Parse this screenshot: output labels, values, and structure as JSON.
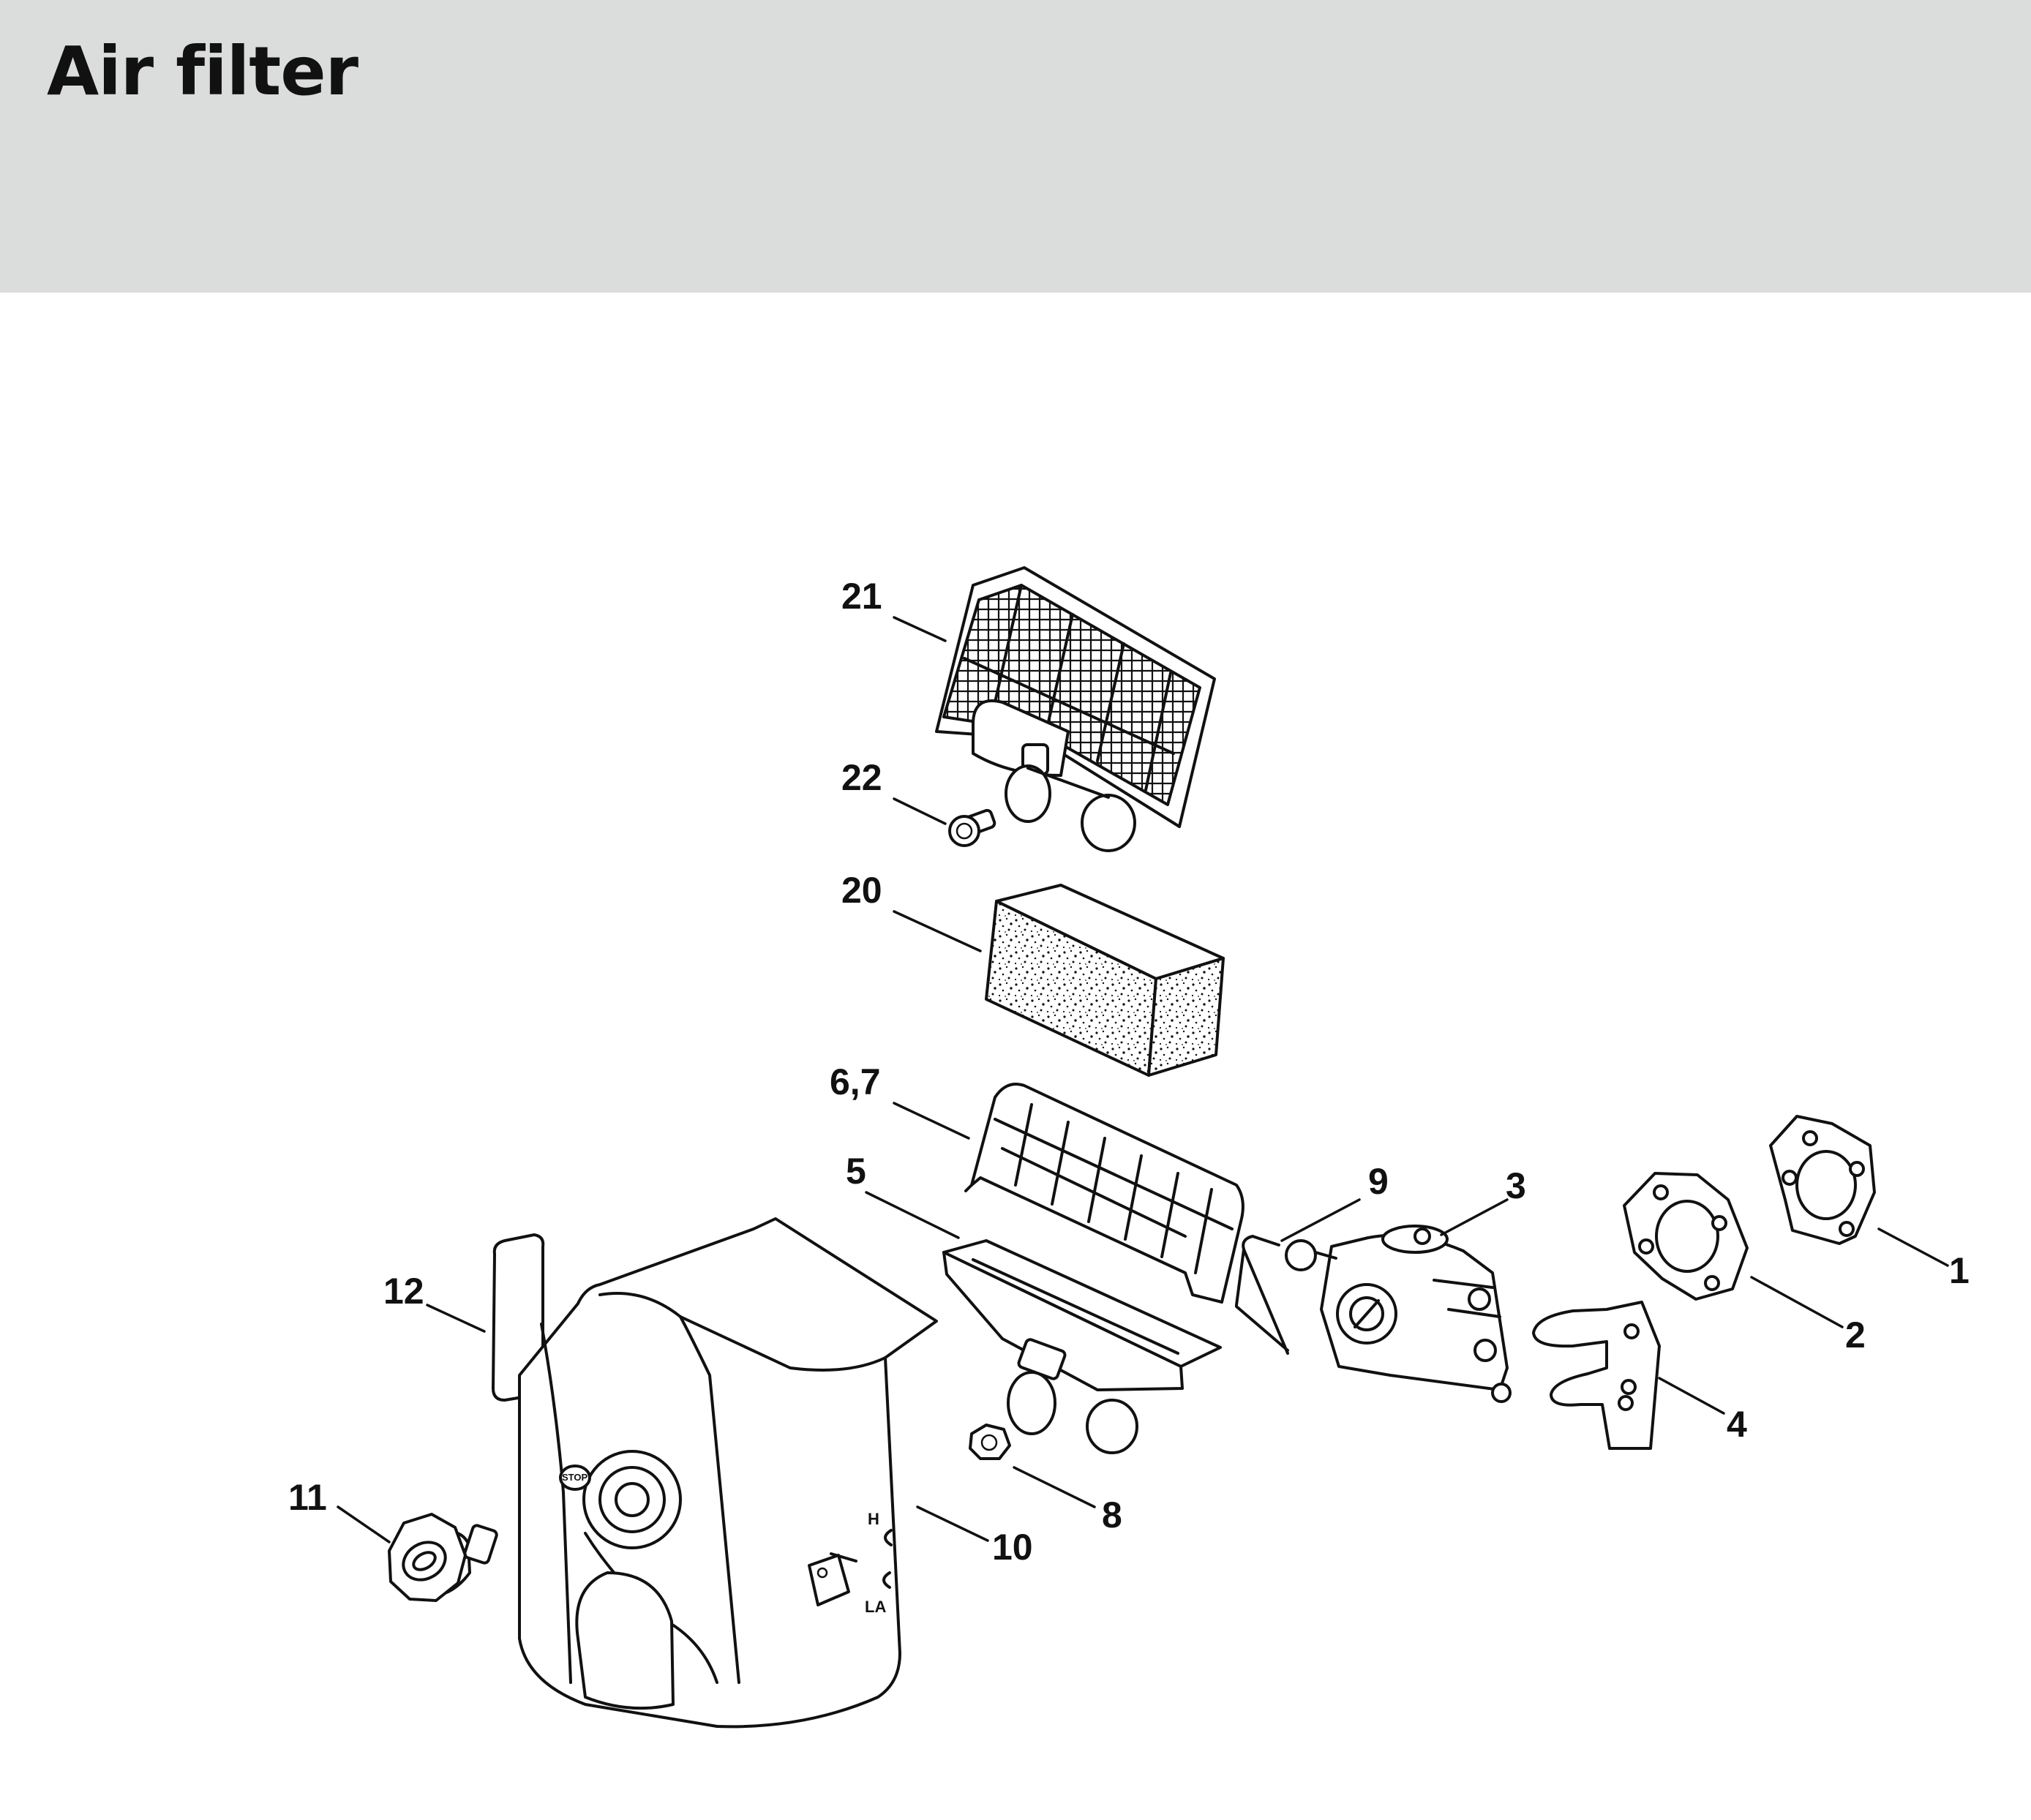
{
  "title": "Air filter",
  "callouts": [
    {
      "id": "c21",
      "label": "21"
    },
    {
      "id": "c22",
      "label": "22"
    },
    {
      "id": "c20",
      "label": "20"
    },
    {
      "id": "c67",
      "label": "6,7"
    },
    {
      "id": "c5",
      "label": "5"
    },
    {
      "id": "c9",
      "label": "9"
    },
    {
      "id": "c3",
      "label": "3"
    },
    {
      "id": "c1",
      "label": "1"
    },
    {
      "id": "c2",
      "label": "2"
    },
    {
      "id": "c4",
      "label": "4"
    },
    {
      "id": "c12",
      "label": "12"
    },
    {
      "id": "c11",
      "label": "11"
    },
    {
      "id": "c10",
      "label": "10"
    },
    {
      "id": "c8",
      "label": "8"
    }
  ],
  "part_markings": {
    "h_mark": "H",
    "la_mark": "LA",
    "stop_mark": "STOP"
  },
  "colors": {
    "header_bg": "#dbdddc",
    "ink": "#111111",
    "paper": "#ffffff"
  }
}
